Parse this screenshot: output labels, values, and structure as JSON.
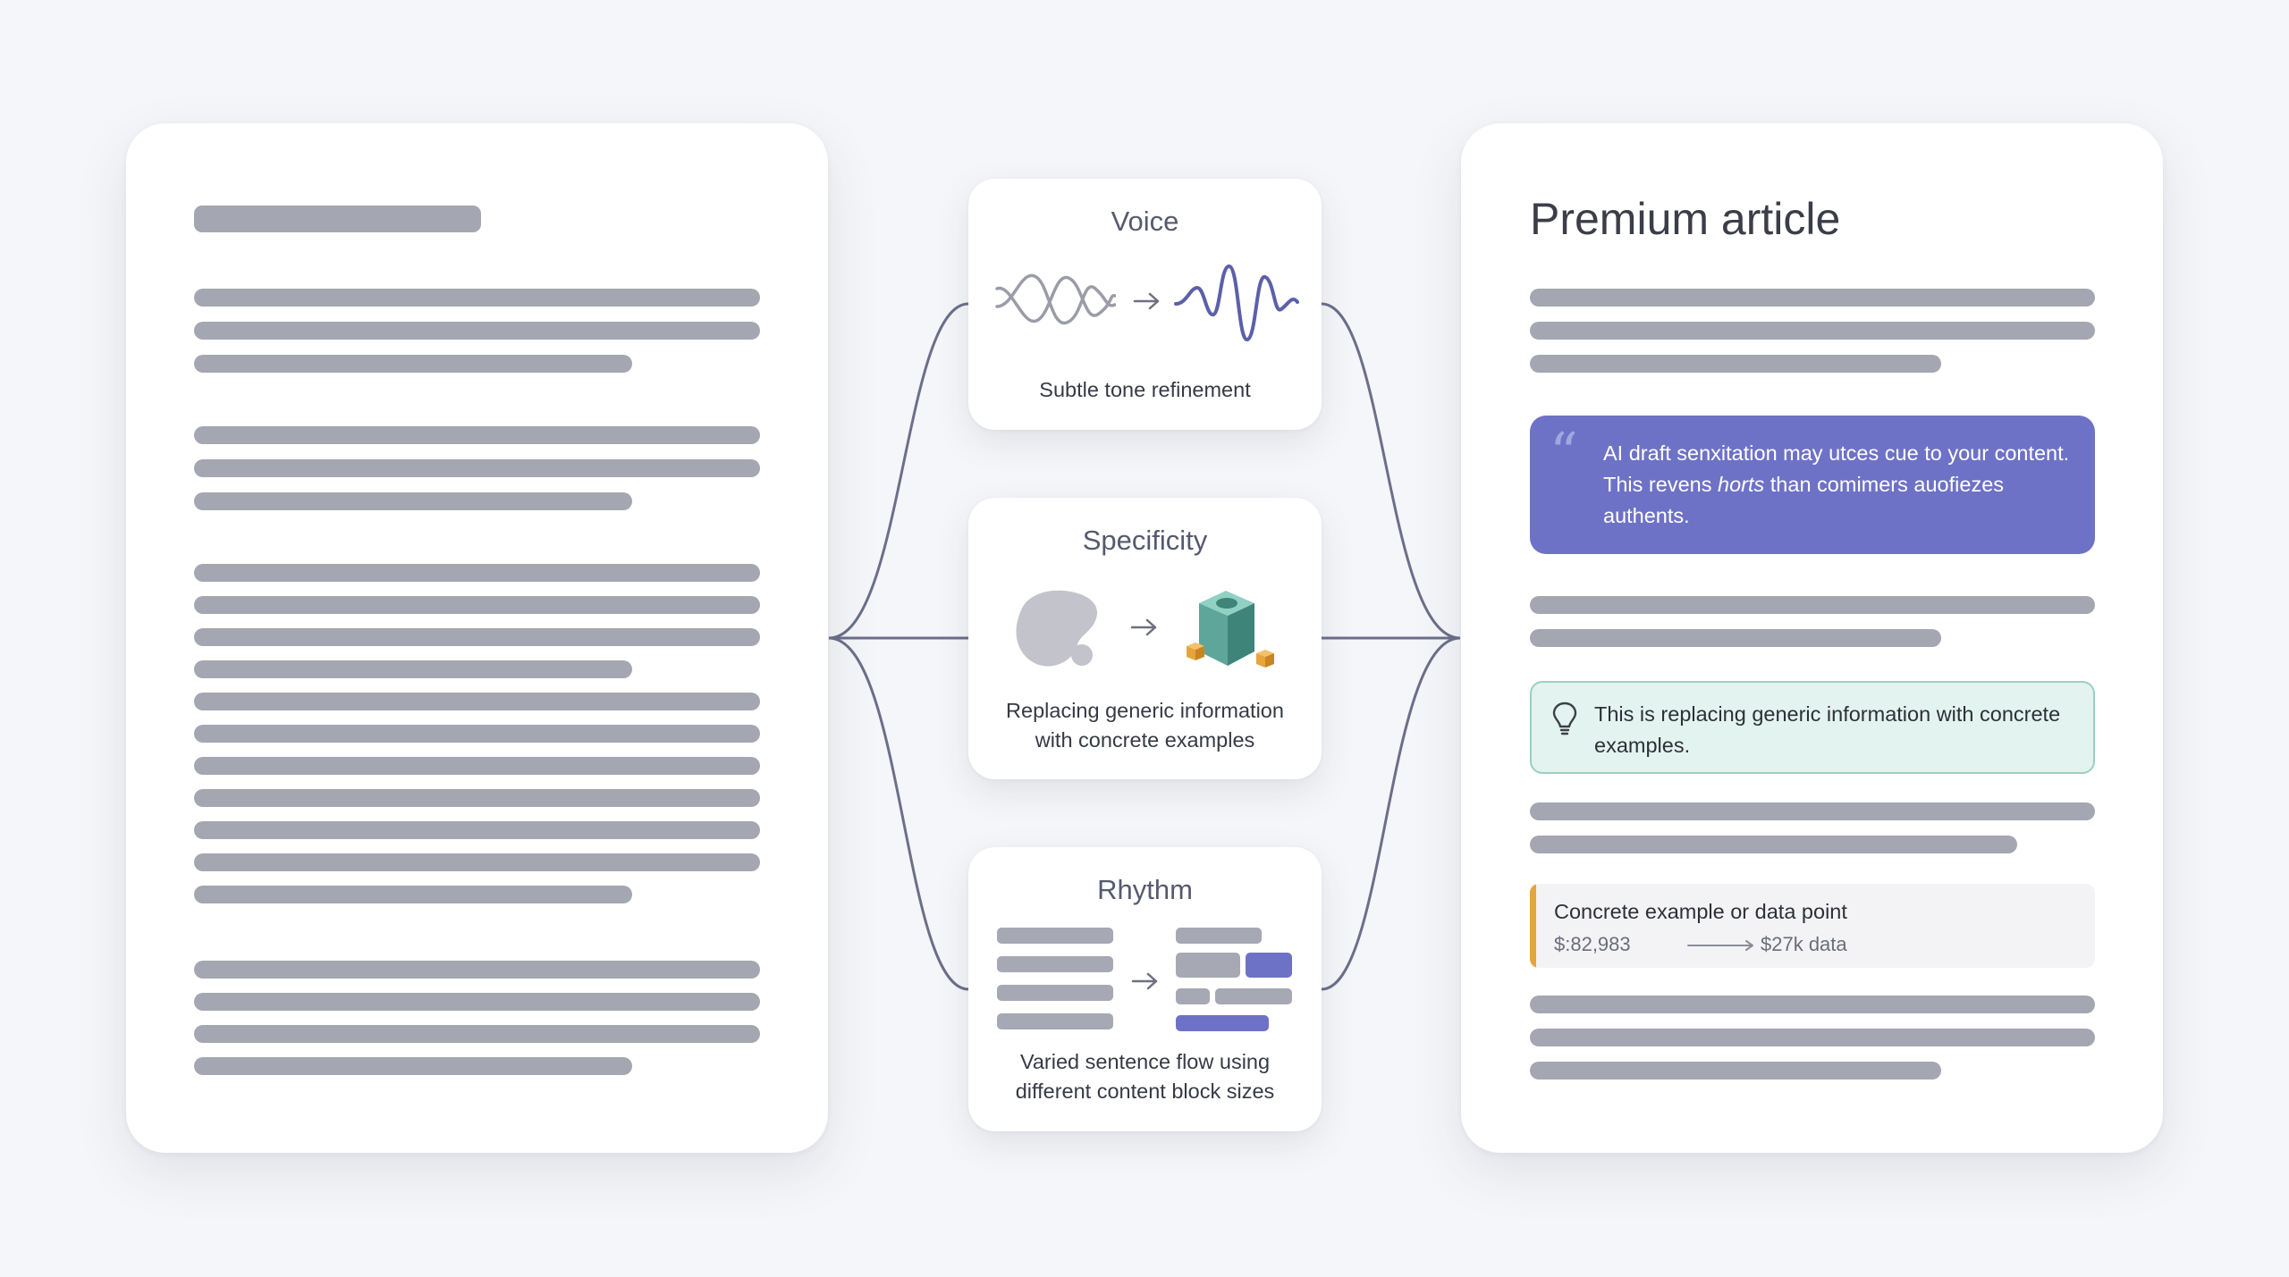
{
  "colors": {
    "background": "#f5f6f9",
    "placeholder_bar": "#a4a6b1",
    "connector": "#6b6f8a",
    "accent_purple": "#6e72c6",
    "tip_mint": "#e3f3ef",
    "example_orange": "#e6a43d",
    "teal_cube": "#5fa69a"
  },
  "transforms": {
    "voice": {
      "title": "Voice",
      "caption": "Subtle tone refinement",
      "icon_before": "loose-wave-icon",
      "icon_after": "sharp-wave-icon"
    },
    "specificity": {
      "title": "Specificity",
      "caption_line1": "Replacing generic information",
      "caption_line2": "with concrete examples",
      "icon_before": "blob-icon",
      "icon_after": "cube-icon"
    },
    "rhythm": {
      "title": "Rhythm",
      "caption_line1": "Varied sentence flow using",
      "caption_line2": "different content block sizes",
      "icon_before": "uniform-blocks-icon",
      "icon_after": "varied-blocks-icon"
    }
  },
  "article": {
    "title": "Premium article",
    "quote": {
      "mark": "“",
      "text_part1": "AI draft senxitation may utces cue to your content. This revens ",
      "text_italic": "horts",
      "text_part2": " than comimers auofiezes authents."
    },
    "tip": {
      "icon": "lightbulb-icon",
      "text": "This is replacing generic information with concrete examples."
    },
    "example": {
      "title": "Concrete example or data point",
      "from_value": "$:82,983",
      "to_value": "$27k data"
    }
  }
}
